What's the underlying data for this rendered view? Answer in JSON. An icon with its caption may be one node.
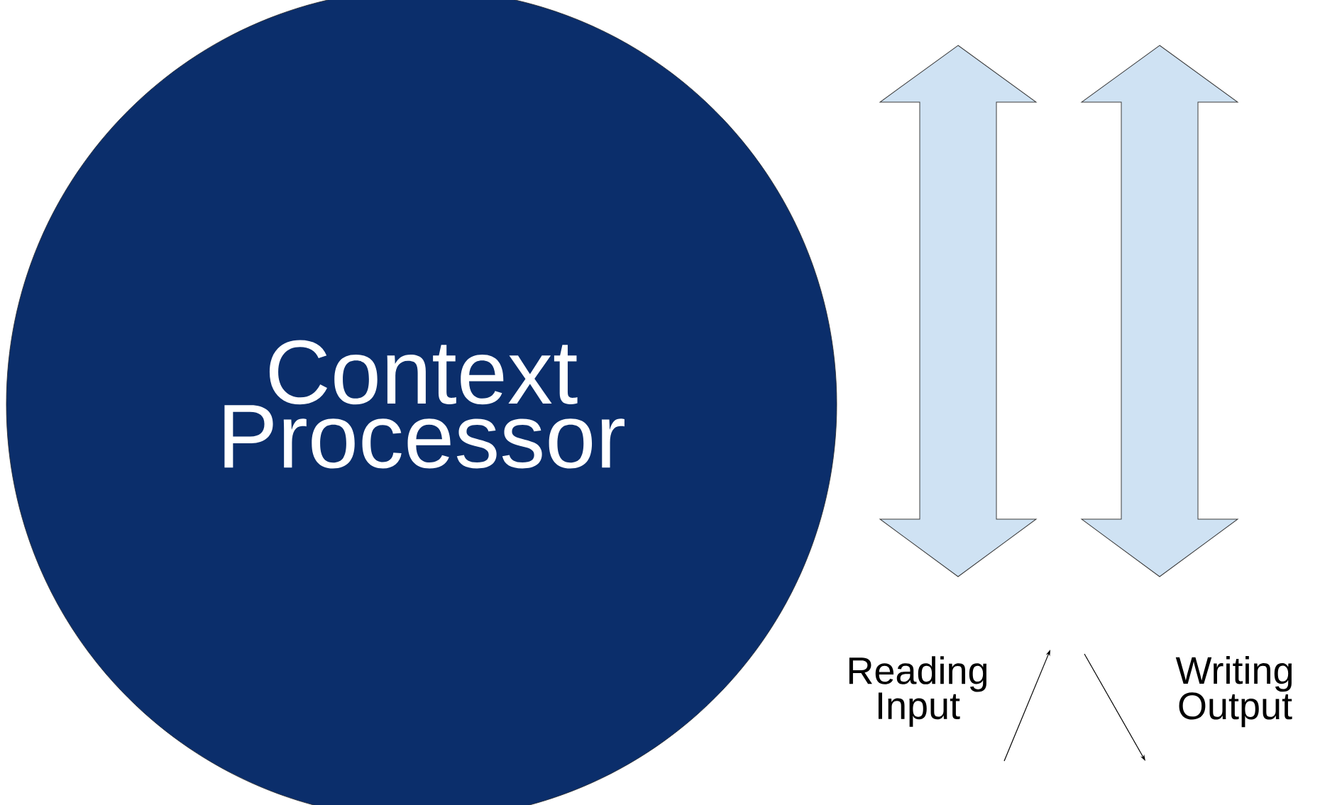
{
  "diagram": {
    "nodes": [
      {
        "text": [
          "Context Processor"
        ]
      }
    ],
    "labels": [
      "Reading Input",
      "Writing Output"
    ]
  }
}
